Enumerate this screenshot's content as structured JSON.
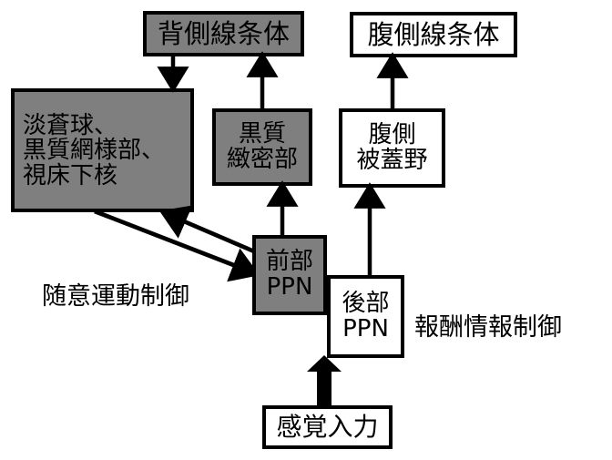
{
  "diagram": {
    "title": "PPN pathway diagram",
    "background_color": "#ffffff",
    "fill_gray": "#7f7f7f",
    "fill_white": "#ffffff",
    "stroke_color": "#000000",
    "nodes": {
      "dorsal_striatum": {
        "label": "背側線条体",
        "fill": "gray"
      },
      "ventral_striatum": {
        "label": "腹側線条体",
        "fill": "white"
      },
      "basal_ganglia": {
        "line1": "淡蒼球、",
        "line2": "黒質網様部、",
        "line3": "視床下核",
        "fill": "gray"
      },
      "snc": {
        "line1": "黒質",
        "line2": "緻密部",
        "fill": "gray"
      },
      "vta": {
        "line1": "腹側",
        "line2": "被蓋野",
        "fill": "white"
      },
      "anterior_ppn": {
        "line1": "前部",
        "line2": "PPN",
        "fill": "gray"
      },
      "posterior_ppn": {
        "line1": "後部",
        "line2": "PPN",
        "fill": "white"
      },
      "sensory_input": {
        "label": "感覚入力",
        "fill": "white"
      }
    },
    "captions": {
      "motor_control": "随意運動制御",
      "reward_control": "報酬情報制御"
    },
    "arrows": [
      {
        "name": "dorsal-striatum-to-basal-ganglia",
        "from": "背側線条体",
        "to": "淡蒼球、黒質網様部、視床下核",
        "style": "thin-down"
      },
      {
        "name": "snc-to-dorsal-striatum",
        "from": "黒質緻密部",
        "to": "背側線条体",
        "style": "thin-up"
      },
      {
        "name": "vta-to-ventral-striatum",
        "from": "腹側被蓋野",
        "to": "腹側線条体",
        "style": "thin-up"
      },
      {
        "name": "anterior-ppn-to-snc",
        "from": "前部PPN",
        "to": "黒質緻密部",
        "style": "thin-up"
      },
      {
        "name": "posterior-ppn-to-vta",
        "from": "後部PPN",
        "to": "腹側被蓋野",
        "style": "thin-up"
      },
      {
        "name": "anterior-ppn-to-basal-ganglia",
        "from": "前部PPN",
        "to": "淡蒼球、黒質網様部、視床下核",
        "style": "diagonal-up-left"
      },
      {
        "name": "basal-ganglia-to-anterior-ppn",
        "from": "淡蒼球、黒質網様部、視床下核",
        "to": "前部PPN",
        "style": "diagonal-down-right"
      },
      {
        "name": "sensory-input-to-posterior-ppn",
        "from": "感覚入力",
        "to": "後部PPN",
        "style": "thick-up"
      }
    ]
  }
}
